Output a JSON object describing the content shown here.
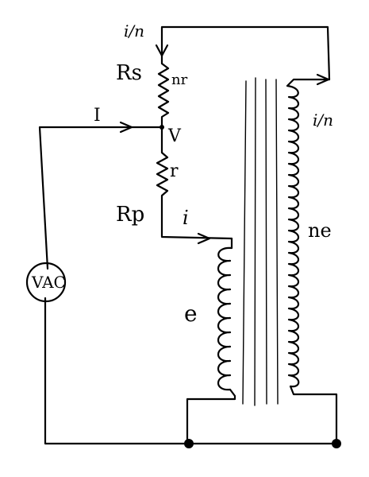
{
  "labels": {
    "i_over_n_top": "i/n",
    "i_over_n_right": "i/n",
    "Rs": "Rs",
    "nr": "nr",
    "I": "I",
    "V": "V",
    "r": "r",
    "Rp": "Rp",
    "i": "i",
    "e": "e",
    "ne": "ne",
    "source": "VAC"
  }
}
